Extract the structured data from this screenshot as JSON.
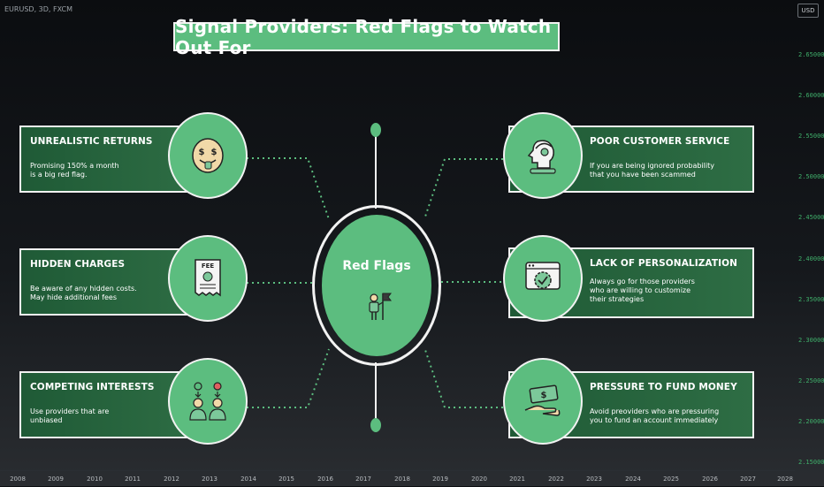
{
  "chart_header": {
    "symbol": "EURUSD, 3D, FXCM",
    "currency": "USD"
  },
  "price_axis": [
    "2.65000",
    "2.60000",
    "2.55000",
    "2.50000",
    "2.45000",
    "2.40000",
    "2.35000",
    "2.30000",
    "2.25000",
    "2.20000",
    "2.15000"
  ],
  "time_axis": [
    "2008",
    "2009",
    "2010",
    "2011",
    "2012",
    "2013",
    "2014",
    "2015",
    "2016",
    "2017",
    "2018",
    "2019",
    "2020",
    "2021",
    "2022",
    "2023",
    "2024",
    "2025",
    "2026",
    "2027",
    "2028"
  ],
  "title": "Signal Providers: Red Flags to Watch Out For",
  "center": {
    "label": "Red Flags",
    "icon": "person-with-flag-icon"
  },
  "left_items": [
    {
      "heading": "UNREALISTIC RETURNS",
      "line1": "Promising 150% a month",
      "line2": "is a big red flag.",
      "line3": "",
      "icon": "money-face-icon"
    },
    {
      "heading": "HIDDEN CHARGES",
      "line1": "Be aware of any hidden costs.",
      "line2": "May hide additional fees",
      "line3": "",
      "icon": "fee-receipt-icon"
    },
    {
      "heading": "COMPETING INTERESTS",
      "line1": "Use providers that are",
      "line2": "unbiased",
      "line3": "",
      "icon": "competing-people-icon"
    }
  ],
  "right_items": [
    {
      "heading": "POOR CUSTOMER SERVICE",
      "line1": "If you are being ignored probability",
      "line2": "that you have been scammed",
      "line3": "",
      "icon": "headset-agent-icon"
    },
    {
      "heading": "LACK OF PERSONALIZATION",
      "line1": "Always go for those providers",
      "line2": "who are willing to customize",
      "line3": "their strategies",
      "icon": "browser-gear-icon"
    },
    {
      "heading": "PRESSURE TO FUND MONEY",
      "line1": "Avoid preoviders who are pressuring",
      "line2": "you to fund an account immediately",
      "line3": "",
      "icon": "hand-money-icon"
    }
  ],
  "colors": {
    "accent": "#5cbd7f",
    "card": "#2a6640",
    "outline": "#f2f2f2",
    "price": "#3fae6a"
  }
}
